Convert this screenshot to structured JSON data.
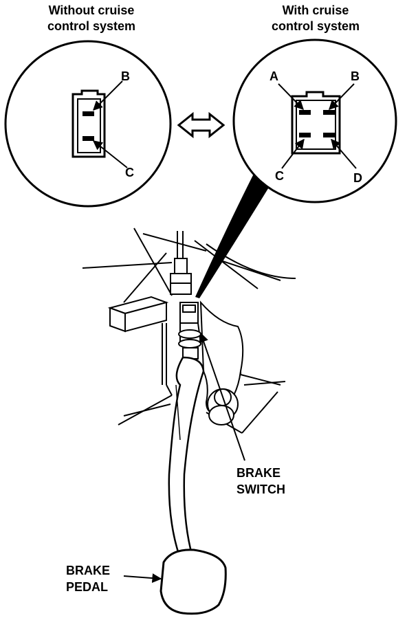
{
  "left_detail": {
    "title_line1": "Without cruise",
    "title_line2": "control system",
    "pins": [
      "B",
      "C"
    ]
  },
  "right_detail": {
    "title_line1": "With cruise",
    "title_line2": "control system",
    "pins": [
      "A",
      "B",
      "C",
      "D"
    ]
  },
  "callouts": {
    "brake_switch_line1": "BRAKE",
    "brake_switch_line2": "SWITCH",
    "brake_pedal_line1": "BRAKE",
    "brake_pedal_line2": "PEDAL"
  },
  "colors": {
    "ink": "#000000",
    "paper": "#ffffff"
  }
}
